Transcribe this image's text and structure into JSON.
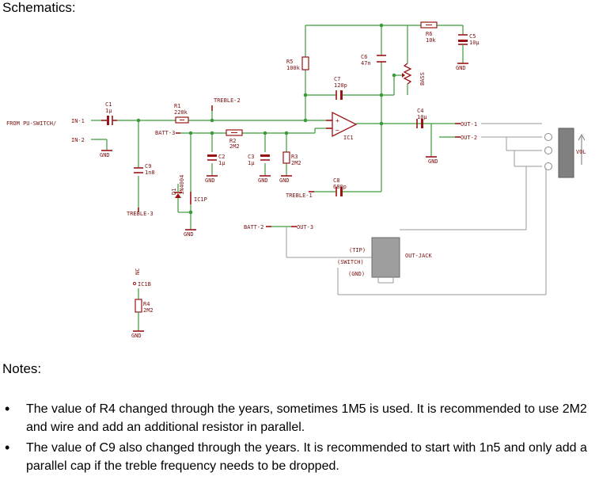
{
  "headings": {
    "schematics": "Schematics:",
    "notes": "Notes:"
  },
  "notes": [
    "The value of R4 changed through the years, sometimes 1M5 is used. It is recommended to use 2M2 and wire and add an additional resistor in parallel.",
    "The value of C9 also changed through the years. It is recommended to start with 1n5 and only add a parallel cap if the treble frequency needs to be dropped."
  ],
  "labels": {
    "from_pu": "FROM PU-SWITCH/",
    "in1": "IN-1",
    "in2": "IN-2",
    "gnd": "GND",
    "c1_name": "C1",
    "c1_val": "1µ",
    "r1_name": "R1",
    "r1_val": "220k",
    "treble2": "TREBLE-2",
    "batt3": "BATT-3",
    "r2_name": "R2",
    "r2_val": "2M2",
    "c2_name": "C2",
    "c2_val": "1µ",
    "c3_name": "C3",
    "c3_val": "1µ",
    "r3_name": "R3",
    "r3_val": "2M2",
    "c9_name": "C9",
    "c9_val": "1n8",
    "d1_name": "D1",
    "d1_val": "1N4004",
    "ic1p": "IC1P",
    "treble3": "TREBLE-3",
    "r5_name": "R5",
    "r5_val": "100k",
    "c6_name": "C6",
    "c6_val": "47n",
    "c7_name": "C7",
    "c7_val": "120p",
    "r6_name": "R6",
    "r6_val": "10k",
    "c5_name": "C5",
    "c5_val": "10µ",
    "bass": "BASS",
    "c4_name": "C4",
    "c4_val": "10µ",
    "ic1": "IC1",
    "out1": "OUT-1",
    "out2": "OUT-2",
    "vol": "VOL",
    "c8_name": "C8",
    "c8_val": "680p",
    "treble1": "TREBLE-1",
    "batt2": "BATT-2",
    "out3": "OUT-3",
    "tip": "(TIP)",
    "switch": "(SWITCH)",
    "gnd_paren": "(GND)",
    "outjack": "OUT-JACK",
    "nc": "NC",
    "ic1b": "IC1B",
    "r4_name": "R4",
    "r4_val": "2M2"
  }
}
